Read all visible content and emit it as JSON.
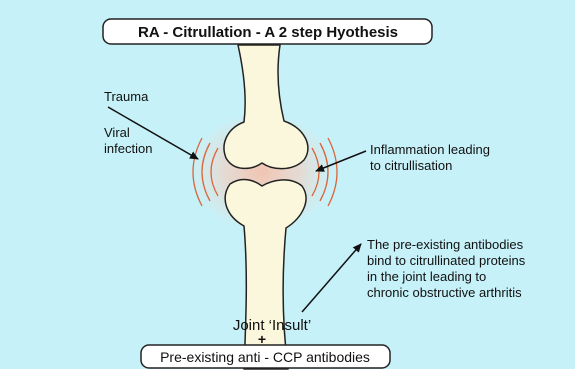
{
  "title": "RA - Citrullation - A 2 step Hyothesis",
  "labels": {
    "trauma": "Trauma",
    "viral_line1": "Viral",
    "viral_line2": "infection",
    "inflammation_line1": "Inflammation leading",
    "inflammation_line2": "to citrullisation",
    "antibodies_line1": "The pre-existing antibodies",
    "antibodies_line2": "bind to citrullinated proteins",
    "antibodies_line3": "in the joint leading to",
    "antibodies_line4": "chronic obstructive arthritis",
    "joint_insult": "Joint ‘Insult’",
    "plus": "+",
    "bottom_box": "Pre-existing anti - CCP antibodies"
  },
  "colors": {
    "background": "#c6f1f8",
    "bone_fill": "#fbf7dc",
    "bone_outline": "#222222",
    "glow": "#f2b9a4",
    "arcs": "#d9663c",
    "text": "#111111",
    "label_box_fill": "#ffffff"
  }
}
